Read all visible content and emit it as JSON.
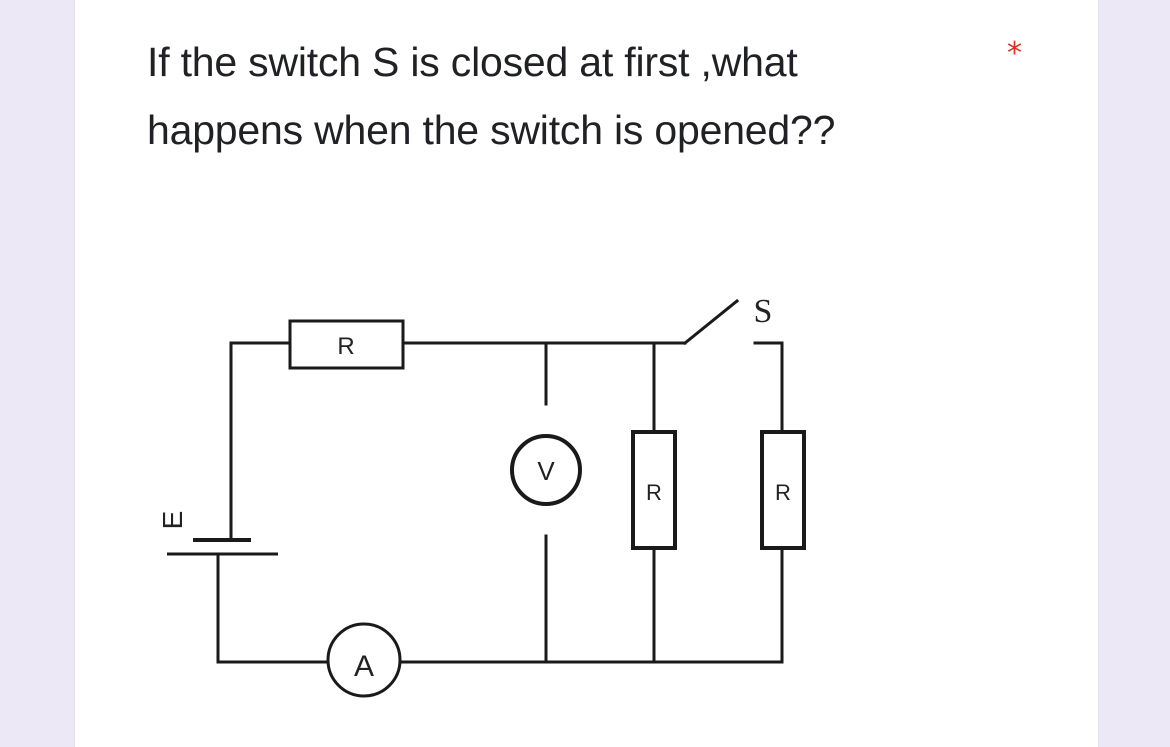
{
  "question": {
    "line1": "If the switch S is closed at first ,what",
    "line2": "happens when the switch is opened??",
    "required_mark": "*"
  },
  "circuit": {
    "top_resistor_label": "R",
    "switch_label": "S",
    "voltmeter_label": "V",
    "middle_resistor_label": "R",
    "right_resistor_label": "R",
    "battery_label": "E",
    "ammeter_label": "A"
  }
}
